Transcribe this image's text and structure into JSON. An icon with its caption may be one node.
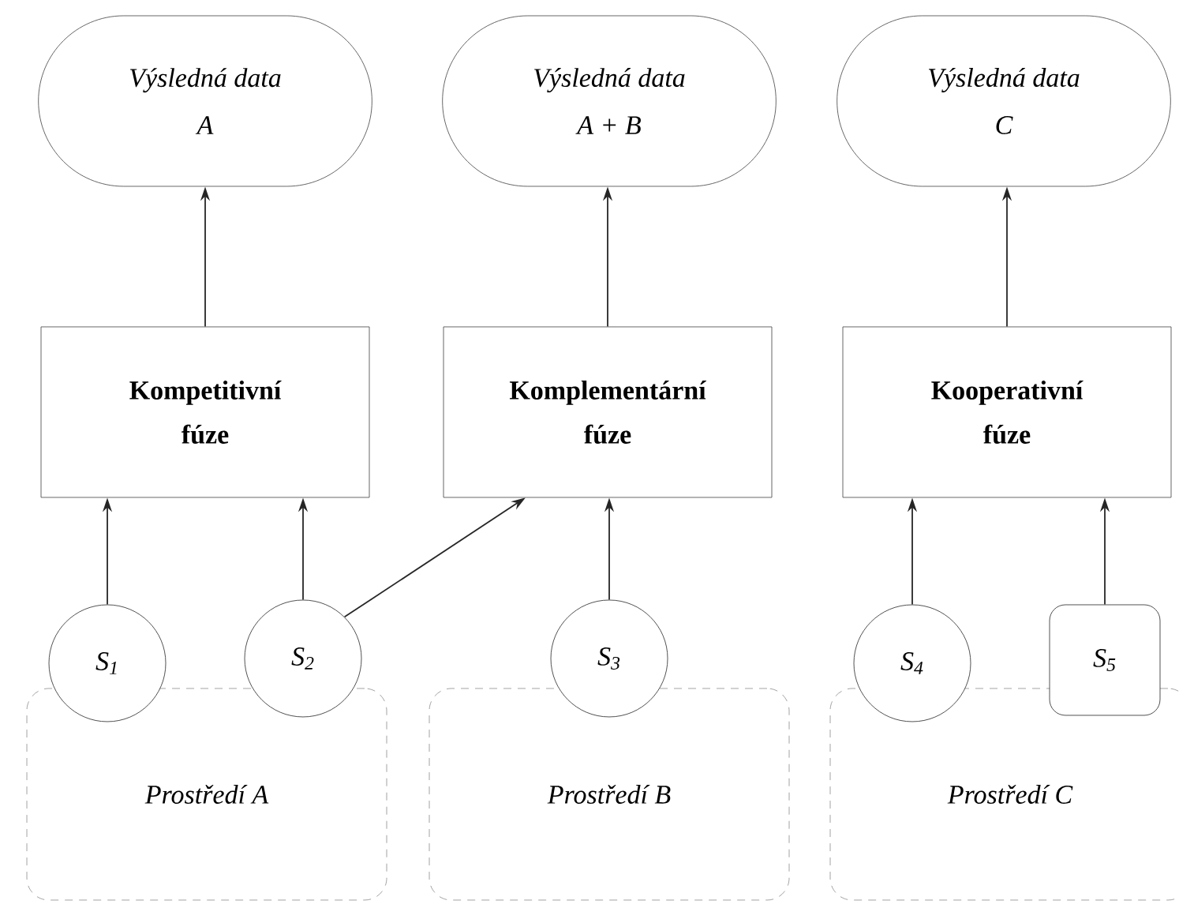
{
  "diagram": {
    "nodes": [
      {
        "text": [
          "Výsledná data",
          "A"
        ]
      },
      {
        "text": [
          "Výsledná data",
          "A + B"
        ]
      },
      {
        "text": [
          "Výsledná data",
          "C"
        ]
      },
      {
        "text": [
          "Kompetitivní fúze"
        ]
      },
      {
        "text": [
          "Komplementární fúze"
        ]
      },
      {
        "text": [
          "Kooperativní fúze"
        ]
      },
      {
        "text": [
          "S$_{1}$"
        ]
      },
      {
        "text": [
          "S$_{2}$"
        ]
      },
      {
        "text": [
          "S$_{3}$"
        ]
      },
      {
        "text": [
          "S$_{4}$"
        ]
      },
      {
        "text": [
          "S$_{5}$"
        ]
      },
      {
        "text": [
          "Prostředí A"
        ]
      },
      {
        "text": [
          "Prostředí B"
        ]
      },
      {
        "text": [
          "Prostředí C"
        ]
      }
    ],
    "edges": [
      {
        "from": 3,
        "to": 0,
        "arrow": "to"
      },
      {
        "from": 4,
        "to": 1,
        "arrow": "to"
      },
      {
        "from": 5,
        "to": 2,
        "arrow": "to"
      },
      {
        "from": 6,
        "to": 3,
        "arrow": "to"
      },
      {
        "from": 7,
        "to": 3,
        "arrow": "to"
      },
      {
        "from": 7,
        "to": 4,
        "arrow": "to"
      },
      {
        "from": 8,
        "to": 4,
        "arrow": "to"
      },
      {
        "from": 9,
        "to": 5,
        "arrow": "to"
      },
      {
        "from": 10,
        "to": 5,
        "arrow": "to"
      }
    ]
  }
}
